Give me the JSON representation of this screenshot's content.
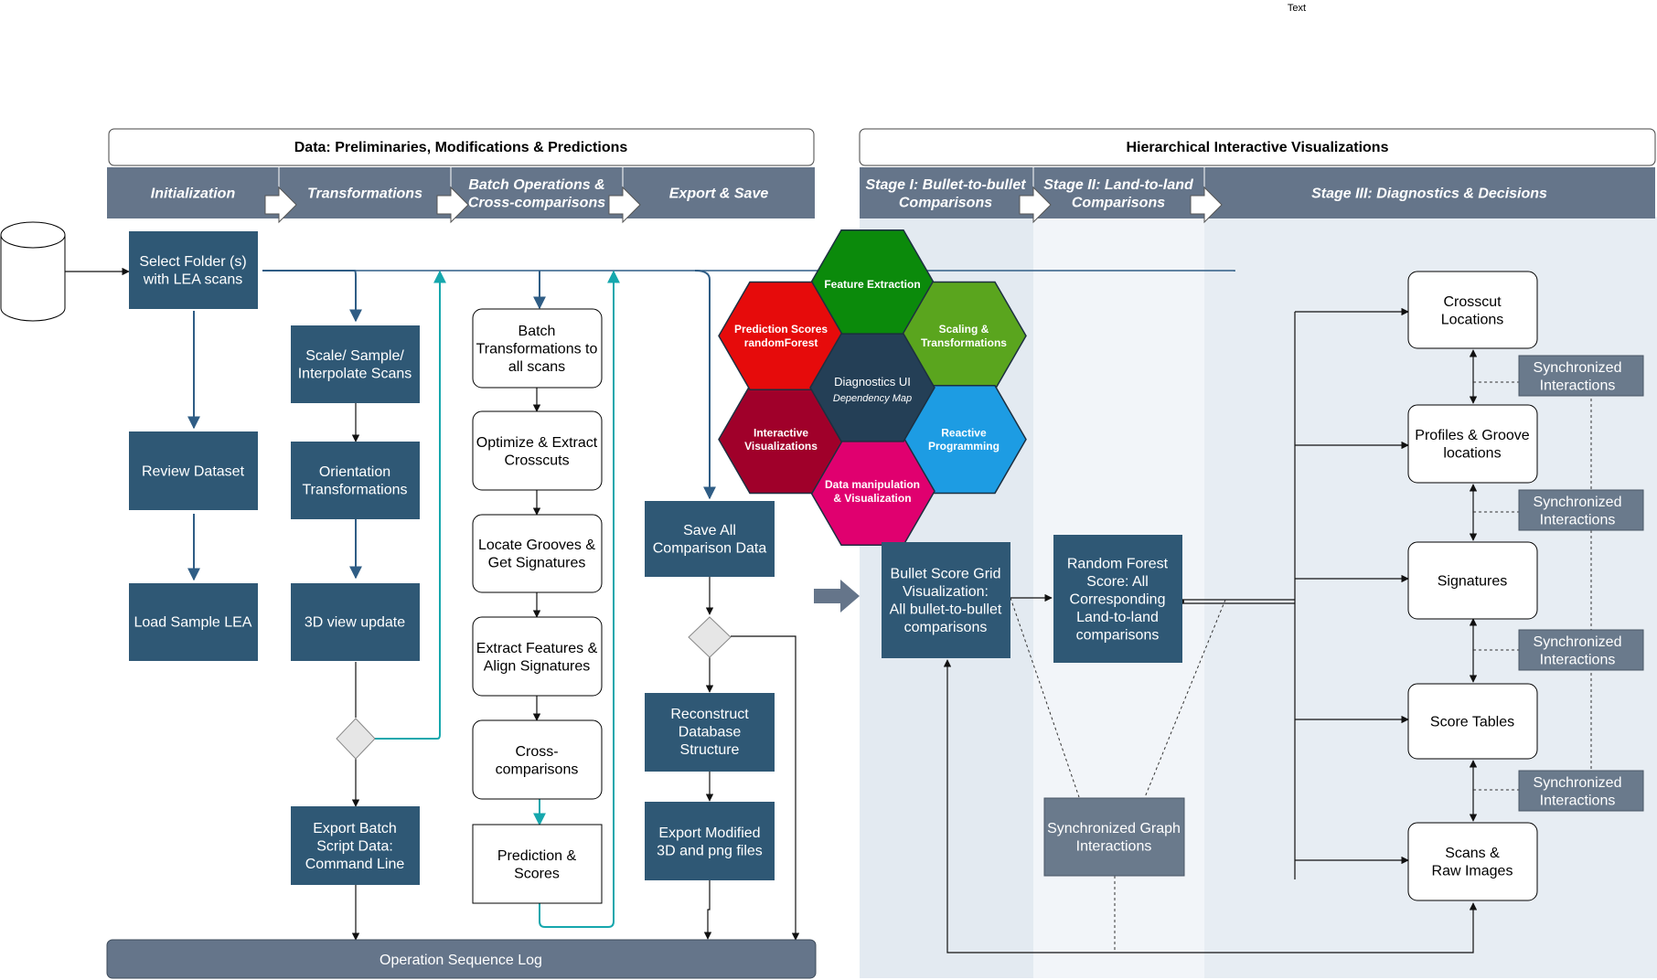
{
  "corner_text": "Text",
  "left_section": {
    "title": "Data: Preliminaries, Modifications & Predictions",
    "stages": [
      {
        "lines": [
          "Initialization"
        ]
      },
      {
        "lines": [
          "Transformations"
        ]
      },
      {
        "lines": [
          "Batch Operations &",
          "Cross-comparisons"
        ]
      },
      {
        "lines": [
          "Export & Save"
        ]
      }
    ]
  },
  "right_section": {
    "title": "Hierarchical Interactive Visualizations",
    "stages": [
      {
        "lines": [
          "Stage I: Bullet-to-bullet",
          "Comparisons"
        ]
      },
      {
        "lines": [
          "Stage II: Land-to-land",
          "Comparisons"
        ]
      },
      {
        "lines": [
          "Stage III: Diagnostics & Decisions"
        ]
      }
    ]
  },
  "init": {
    "select": [
      "Select Folder (s)",
      "with LEA scans"
    ],
    "review": [
      "Review Dataset"
    ],
    "load": [
      "Load Sample LEA"
    ]
  },
  "transform": {
    "scale": [
      "Scale/ Sample/",
      "Interpolate Scans"
    ],
    "orient": [
      "Orientation",
      "Transformations"
    ],
    "view3d": [
      "3D view update"
    ],
    "export_batch": [
      "Export Batch",
      "Script Data:",
      "Command Line"
    ]
  },
  "batch": {
    "b1": [
      "Batch",
      "Transformations to",
      "all scans"
    ],
    "b2": [
      "Optimize & Extract",
      "Crosscuts"
    ],
    "b3": [
      "Locate Grooves &",
      "Get Signatures"
    ],
    "b4": [
      "Extract Features &",
      "Align Signatures"
    ],
    "b5": [
      "Cross-",
      "comparisons"
    ],
    "b6": [
      "Prediction &",
      "Scores"
    ]
  },
  "export": {
    "save": [
      "Save All",
      "Comparison Data"
    ],
    "reconstruct": [
      "Reconstruct",
      "Database",
      "Structure"
    ],
    "export_mod": [
      "Export Modified",
      "3D and png files"
    ]
  },
  "log": "Operation Sequence Log",
  "hex": {
    "center": {
      "title": "Diagnostics UI",
      "subtitle": "Dependency Map",
      "color": "#243f56"
    },
    "items": [
      {
        "lines": [
          "Feature Extraction"
        ],
        "color": "#0b8a0b"
      },
      {
        "lines": [
          "Scaling &",
          "Transformations"
        ],
        "color": "#5aa51e"
      },
      {
        "lines": [
          "Reactive",
          "Programming"
        ],
        "color": "#1d9ce3"
      },
      {
        "lines": [
          "Data manipulation",
          "& Visualization"
        ],
        "color": "#e0006f"
      },
      {
        "lines": [
          "Interactive",
          "Visualizations"
        ],
        "color": "#a0002a"
      },
      {
        "lines": [
          "Prediction Scores",
          "randomForest"
        ],
        "color": "#e60b0b"
      }
    ]
  },
  "viz": {
    "bullet_grid": [
      "Bullet Score Grid",
      "Visualization:",
      "All bullet-to-bullet",
      "comparisons"
    ],
    "rf_score": [
      "Random Forest",
      "Score: All",
      "Corresponding",
      "Land-to-land",
      "comparisons"
    ],
    "sync_graph": [
      "Synchronized Graph",
      "Interactions"
    ],
    "stage3": [
      [
        "Crosscut",
        "Locations"
      ],
      [
        "Profiles & Groove",
        "locations"
      ],
      [
        "Signatures"
      ],
      [
        "Score Tables"
      ],
      [
        "Scans &",
        "Raw Images"
      ]
    ],
    "sync_label": [
      "Synchronized",
      "Interactions"
    ]
  },
  "colors": {
    "dark_box": "#2f5875",
    "header_bar": "#65758a",
    "grey_box": "#6a7a8c",
    "teal_line": "#16a7ad",
    "blue_line": "#2f5d85",
    "stage_bg1": "#e3eaf1",
    "stage_bg2": "#f2f5f9",
    "stage_bg3": "#e7edf3"
  }
}
